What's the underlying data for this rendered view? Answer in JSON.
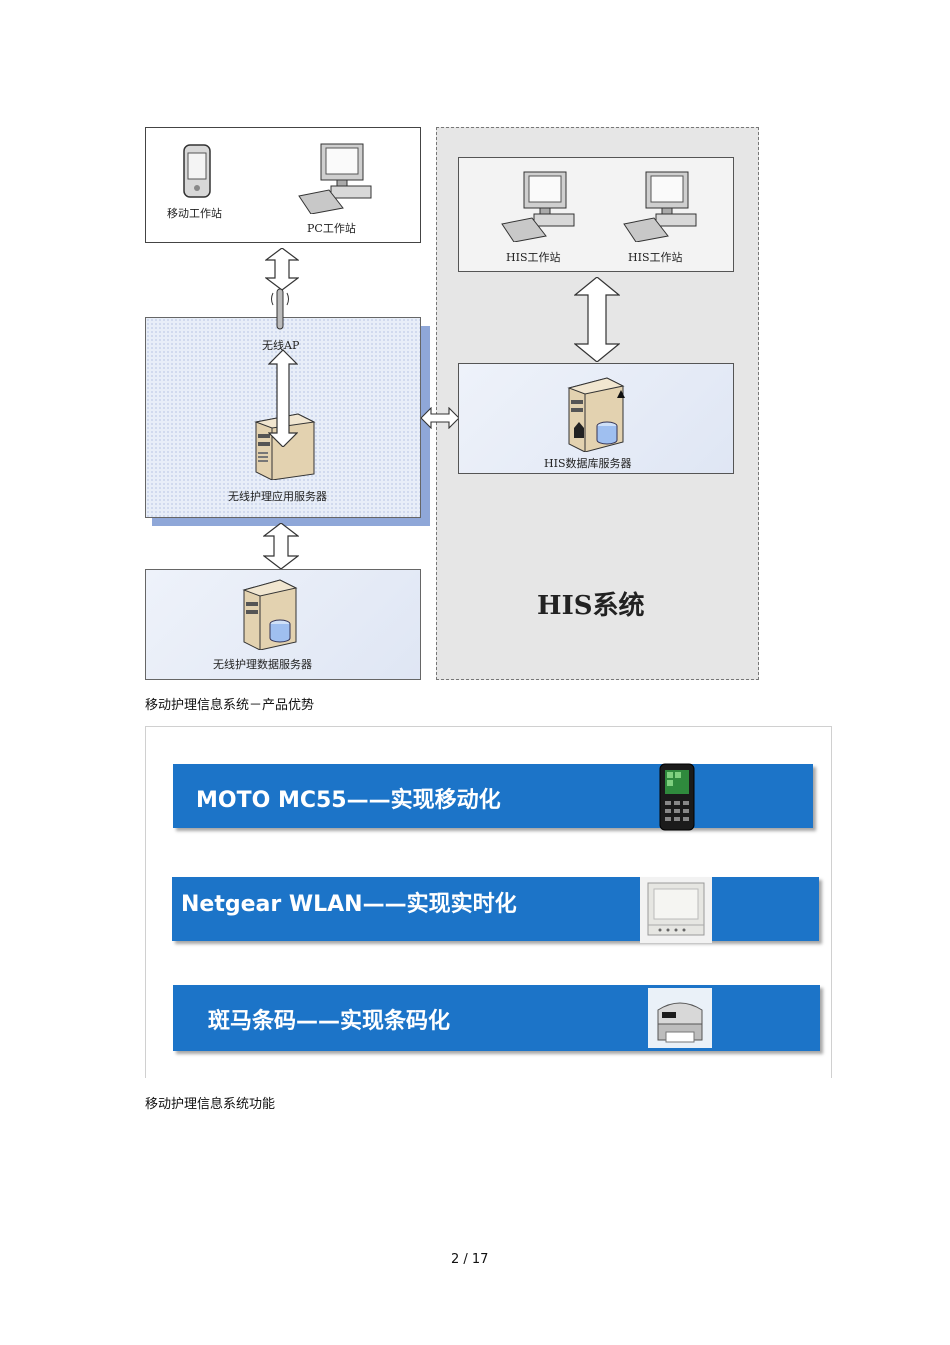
{
  "diagram": {
    "mobile_station_label": "移动工作站",
    "pc_station_label": "PC工作站",
    "wireless_ap_label": "无线AP",
    "app_server_label": "无线护理应用服务器",
    "data_server_label": "无线护理数据服务器",
    "his_station_1_label": "HIS工作站",
    "his_station_2_label": "HIS工作站",
    "his_db_server_label": "HIS数据库服务器",
    "his_system_title": "HIS系统"
  },
  "captions": {
    "advantages": "移动护理信息系统－产品优势",
    "functions": "移动护理信息系统功能"
  },
  "banners": [
    {
      "text": "MOTO MC55——实现移动化",
      "icon": "handheld-terminal-icon"
    },
    {
      "text": "Netgear WLAN——实现实时化",
      "icon": "wlan-device-icon"
    },
    {
      "text": "斑马条码——实现条码化",
      "icon": "barcode-printer-icon"
    }
  ],
  "colors": {
    "banner_blue": "#1c74c8",
    "panel_blue": "#e8eef8",
    "his_gray": "#e6e6e6"
  },
  "footer": {
    "page_number": "2 / 17"
  }
}
